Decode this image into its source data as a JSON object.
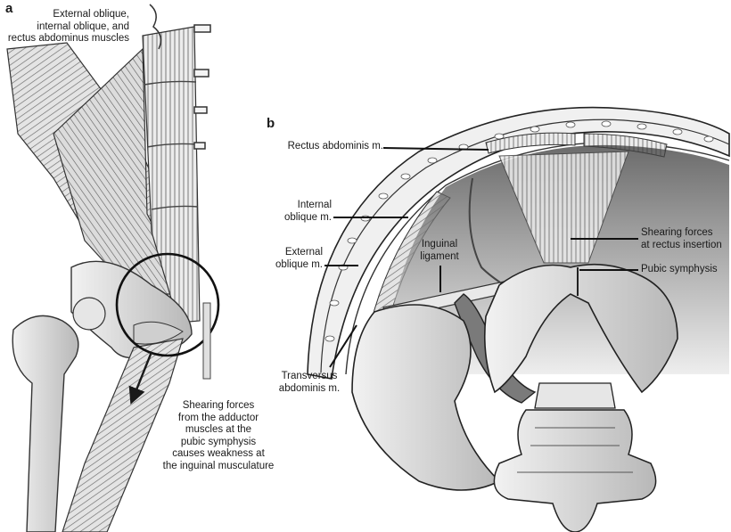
{
  "panel_a": {
    "letter": "a",
    "label_muscles": "External oblique,\ninternal oblique, and\nrectus abdominus muscles",
    "label_shearing": "Shearing forces\nfrom the adductor\nmuscles at the\npubic symphysis\ncauses weakness at\nthe inguinal musculature"
  },
  "panel_b": {
    "letter": "b",
    "label_rectus": "Rectus abdominis m.",
    "label_internal": "Internal\noblique m.",
    "label_external": "External\noblique m.",
    "label_inguinal": "Inguinal\nligament",
    "label_transversus": "Transversus\nabdominis m.",
    "label_shear_rectus": "Shearing forces\nat rectus insertion",
    "label_pubic": "Pubic symphysis"
  }
}
